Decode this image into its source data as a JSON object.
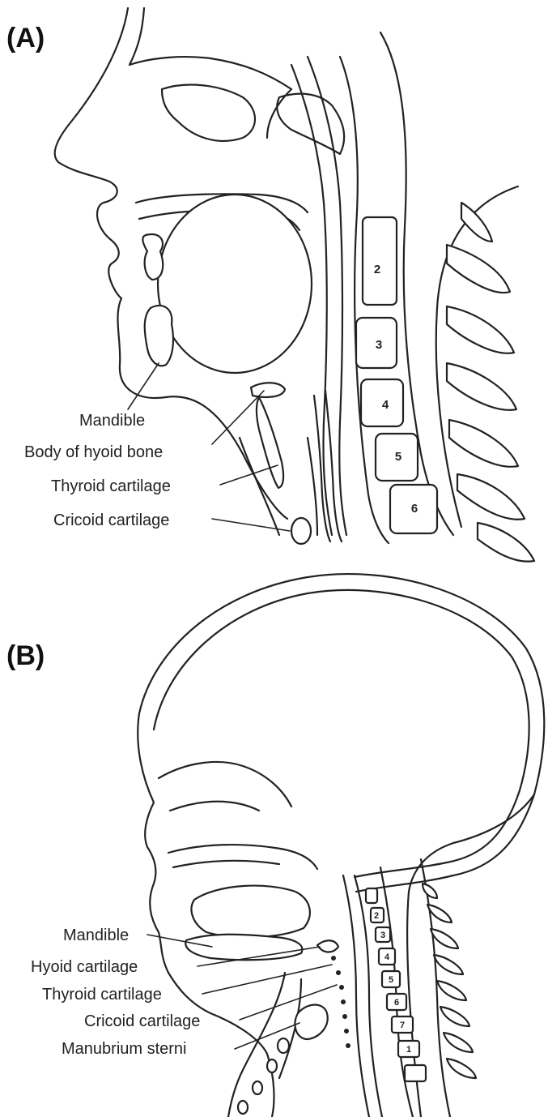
{
  "panels": [
    {
      "label": "(A)",
      "labels": {
        "mandible": "Mandible",
        "hyoid": "Body of hyoid bone",
        "thyroid": "Thyroid cartilage",
        "cricoid": "Cricoid cartilage"
      },
      "vertebrae": [
        "2",
        "3",
        "4",
        "5",
        "6"
      ]
    },
    {
      "label": "(B)",
      "labels": {
        "mandible": "Mandible",
        "hyoid": "Hyoid cartilage",
        "thyroid": "Thyroid cartilage",
        "cricoid": "Cricoid cartilage",
        "manubrium": "Manubrium sterni"
      },
      "vertebrae": [
        "2",
        "3",
        "4",
        "5",
        "6",
        "7",
        "1"
      ]
    }
  ]
}
